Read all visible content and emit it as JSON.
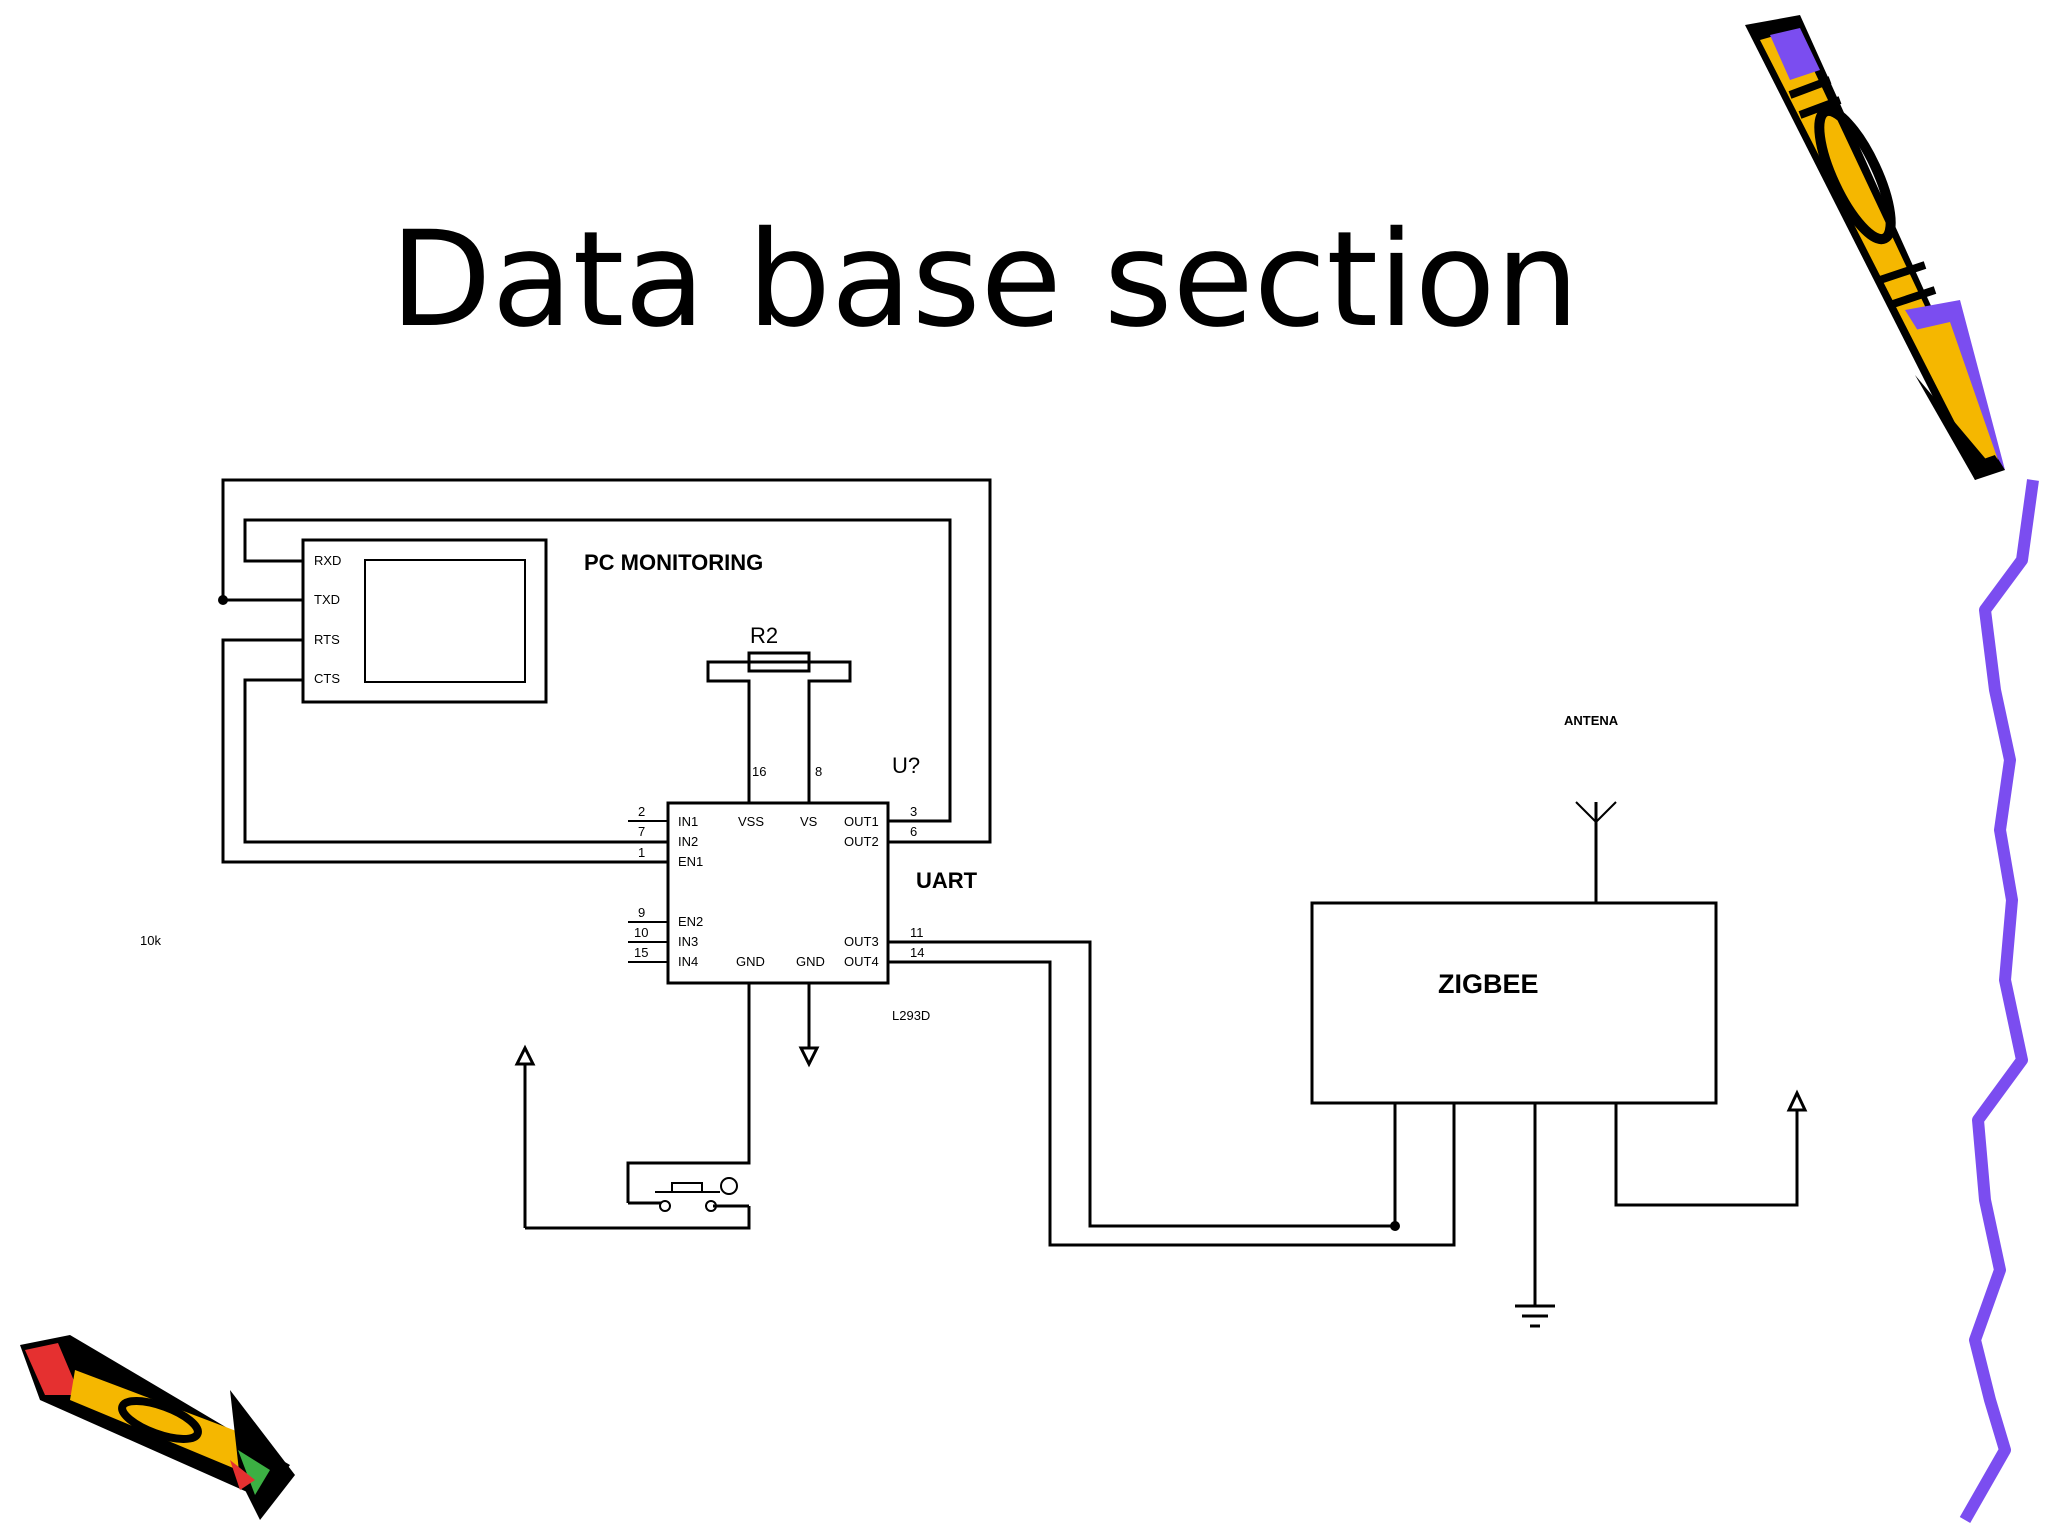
{
  "slide": {
    "title": "Data base section"
  },
  "schematic": {
    "pc_monitoring": "PC MONITORING",
    "pc_pins": [
      "RXD",
      "TXD",
      "RTS",
      "CTS"
    ],
    "resistor_label": "R2",
    "ic_ref": "U?",
    "ic_part": "L293D",
    "uart_label": "UART",
    "pin_numbers": {
      "vss": "16",
      "vs": "8",
      "in1": "2",
      "in2": "7",
      "en1": "1",
      "en2": "9",
      "in3": "10",
      "in4": "15",
      "out1": "3",
      "out2": "6",
      "out3": "11",
      "out4": "14"
    },
    "ic_pin_labels": {
      "in1": "IN1",
      "in2": "IN2",
      "en1": "EN1",
      "en2": "EN2",
      "in3": "IN3",
      "in4": "IN4",
      "vss": "VSS",
      "vs": "VS",
      "out1": "OUT1",
      "out2": "OUT2",
      "out3": "OUT3",
      "out4": "OUT4",
      "gnd1": "GND",
      "gnd2": "GND"
    },
    "stray_label": "10k",
    "antenna_label": "ANTENA",
    "zigbee_label": "ZIGBEE"
  },
  "colors": {
    "pencil_body": "#f5b700",
    "pencil_outline": "#000000",
    "pencil_accent": "#7b4df0",
    "pencil_tip": "#e53030",
    "squiggle": "#7b4df0"
  }
}
